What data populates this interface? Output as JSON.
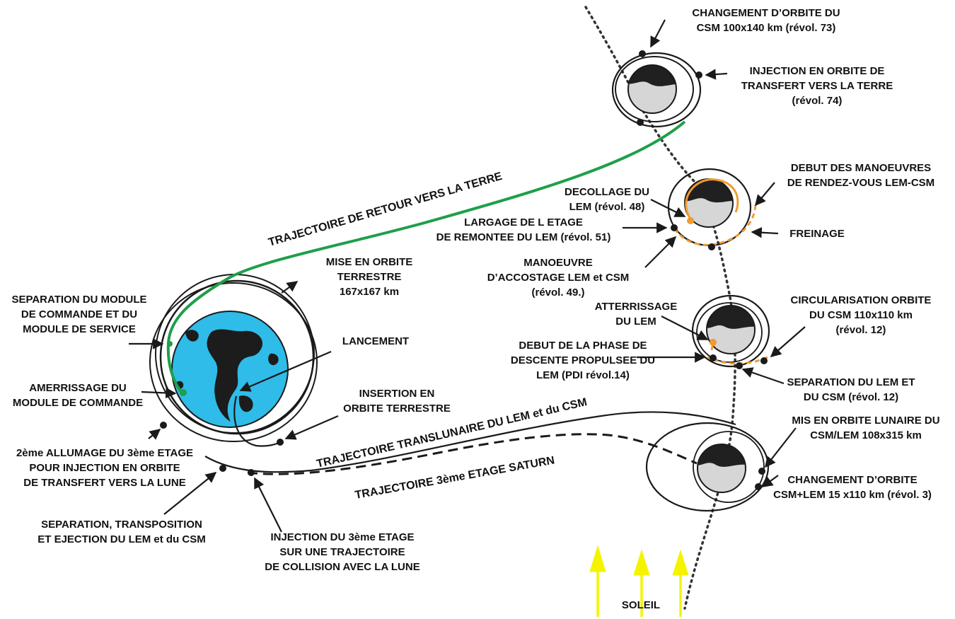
{
  "colors": {
    "ink": "#1a1a1a",
    "earth_ocean": "#2fbce8",
    "earth_land": "#1c1c1c",
    "moon_dark": "#202020",
    "moon_light": "#d6d6d6",
    "return_path": "#1e9f4a",
    "lem_path": "#f29a2e",
    "sun_arrow": "#f4f400"
  },
  "icons": [
    "earth-icon",
    "moon-icon",
    "sun-arrow-icon"
  ],
  "labels": {
    "changement_orbite_csm": [
      "CHANGEMENT D’ORBITE DU",
      "CSM   100x140 km (révol. 73)"
    ],
    "injection_orbite_transfert_terre": [
      "INJECTION EN ORBITE DE",
      "TRANSFERT VERS LA TERRE",
      "(révol. 74)"
    ],
    "debut_manoeuvres_rdv": [
      "DEBUT DES MANOEUVRES",
      "DE RENDEZ-VOUS LEM-CSM"
    ],
    "decollage_lem": [
      "DECOLLAGE DU",
      "LEM (révol. 48)"
    ],
    "largage_etage": [
      "LARGAGE DE L ETAGE",
      "DE REMONTEE DU LEM (révol. 51)"
    ],
    "freinage": [
      "FREINAGE"
    ],
    "manoeuvre_accostage": [
      "MANOEUVRE",
      "D’ACCOSTAGE LEM et CSM",
      "(révol. 49.)"
    ],
    "mise_orbite_terrestre": [
      "MISE EN ORBITE",
      "TERRESTRE",
      "167x167 km"
    ],
    "separation_module": [
      "SEPARATION DU MODULE",
      "DE COMMANDE ET DU",
      "MODULE DE SERVICE"
    ],
    "atterrissage_lem": [
      "ATTERRISSAGE",
      "DU LEM"
    ],
    "circularisation_orbite": [
      "CIRCULARISATION ORBITE",
      "DU CSM 110x110 km",
      "(révol. 12)"
    ],
    "lancement": [
      "LANCEMENT"
    ],
    "debut_phase_descente": [
      "DEBUT DE LA PHASE DE",
      "DESCENTE PROPULSEE DU",
      "LEM (PDI révol.14)"
    ],
    "amerrissage": [
      "AMERRISSAGE DU",
      "MODULE DE COMMANDE"
    ],
    "separation_lem_csm": [
      "SEPARATION DU LEM ET",
      "DU CSM (révol. 12)"
    ],
    "insertion_orbite": [
      "INSERTION EN",
      "ORBITE TERRESTRE"
    ],
    "mis_orbite_lunaire": [
      "MIS EN ORBITE LUNAIRE DU",
      "CSM/LEM 108x315 km"
    ],
    "allumage_3eme_etage": [
      "2ème ALLUMAGE DU 3ème ETAGE",
      "POUR INJECTION EN ORBITE",
      "DE TRANSFERT VERS LA LUNE"
    ],
    "changement_orbite_csm_lem": [
      "CHANGEMENT D’ORBITE",
      "CSM+LEM 15 x110 km (révol. 3)"
    ],
    "separation_transposition": [
      "SEPARATION, TRANSPOSITION",
      "ET EJECTION DU LEM et du CSM"
    ],
    "injection_3eme_etage": [
      "INJECTION DU 3ème ETAGE",
      "SUR UNE TRAJECTOIRE",
      "DE COLLISION AVEC LA LUNE"
    ],
    "soleil": [
      "SOLEIL"
    ]
  },
  "trajectories": {
    "retour_terre": "TRAJECTOIRE DE RETOUR VERS LA TERRE",
    "translunaire": "TRAJECTOIRE TRANSLUNAIRE DU LEM et du CSM",
    "saturn": "TRAJECTOIRE 3ème ETAGE SATURN"
  }
}
